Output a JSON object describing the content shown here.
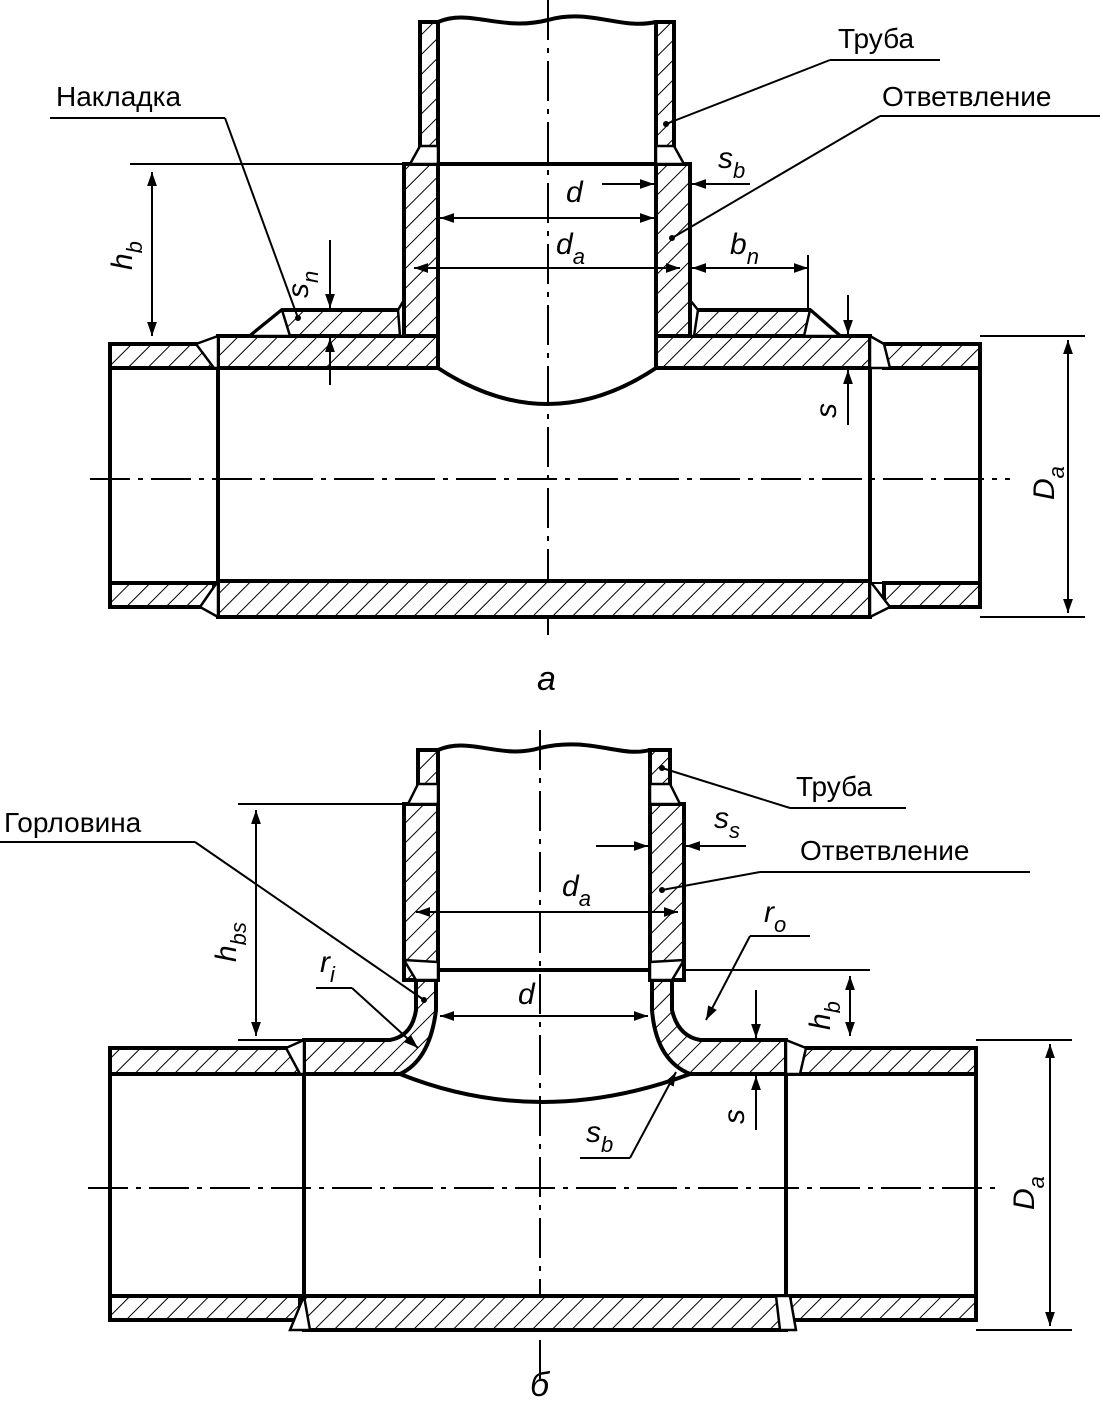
{
  "figure_a": {
    "caption": "а",
    "labels": {
      "pipe": "Труба",
      "branch": "Ответвление",
      "pad": "Накладка"
    },
    "dims": {
      "s_b": {
        "main": "s",
        "sub": "b"
      },
      "d": {
        "main": "d"
      },
      "d_a": {
        "main": "d",
        "sub": "a"
      },
      "b_n": {
        "main": "b",
        "sub": "n"
      },
      "h_b": {
        "main": "h",
        "sub": "b"
      },
      "s_n": {
        "main": "s",
        "sub": "n"
      },
      "s": {
        "main": "s"
      },
      "D_a": {
        "main": "D",
        "sub": "a"
      }
    }
  },
  "figure_b": {
    "caption": "б",
    "labels": {
      "pipe": "Труба",
      "branch": "Ответвление",
      "neck": "Горловина"
    },
    "dims": {
      "s_s": {
        "main": "s",
        "sub": "s"
      },
      "d_a": {
        "main": "d",
        "sub": "a"
      },
      "r_o": {
        "main": "r",
        "sub": "o"
      },
      "h_bs": {
        "main": "h",
        "sub": "bs"
      },
      "r_i": {
        "main": "r",
        "sub": "i"
      },
      "d": {
        "main": "d"
      },
      "h_b": {
        "main": "h",
        "sub": "b"
      },
      "s": {
        "main": "s"
      },
      "s_b": {
        "main": "s",
        "sub": "b"
      },
      "D_a": {
        "main": "D",
        "sub": "a"
      }
    }
  }
}
